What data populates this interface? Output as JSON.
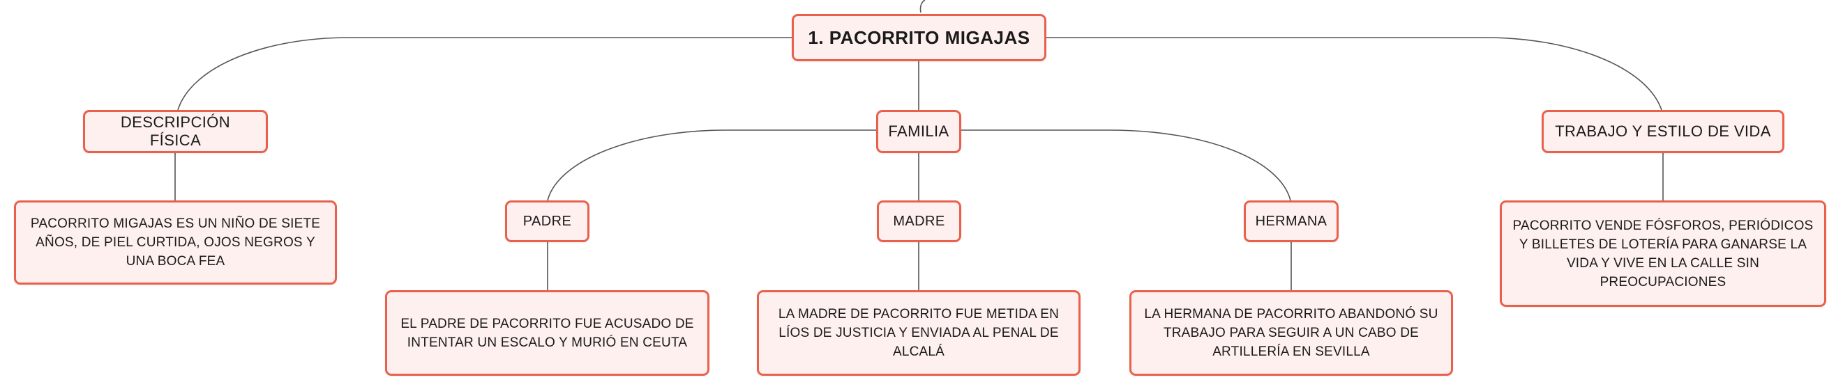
{
  "root": {
    "label": "1. PACORRITO MIGAJAS"
  },
  "branches": {
    "descripcion": {
      "label": "DESCRIPCIÓN FÍSICA",
      "detail": "PACORRITO MIGAJAS ES UN NIÑO DE SIETE AÑOS, DE PIEL CURTIDA, OJOS NEGROS Y UNA BOCA FEA"
    },
    "familia": {
      "label": "FAMILIA",
      "padre": {
        "label": "PADRE",
        "detail": "EL PADRE DE PACORRITO FUE ACUSADO DE INTENTAR UN ESCALO Y MURIÓ EN CEUTA"
      },
      "madre": {
        "label": "MADRE",
        "detail": "LA MADRE DE PACORRITO FUE METIDA EN LÍOS DE JUSTICIA Y ENVIADA AL PENAL DE ALCALÁ"
      },
      "hermana": {
        "label": "HERMANA",
        "detail": "LA HERMANA DE PACORRITO ABANDONÓ SU TRABAJO PARA SEGUIR A UN CABO DE ARTILLERÍA EN SEVILLA"
      }
    },
    "trabajo": {
      "label": "TRABAJO Y ESTILO DE VIDA",
      "detail": "PACORRITO VENDE FÓSFOROS, PERIÓDICOS Y BILLETES DE LOTERÍA PARA GANARSE LA VIDA Y VIVE EN LA CALLE SIN PREOCUPACIONES"
    }
  }
}
